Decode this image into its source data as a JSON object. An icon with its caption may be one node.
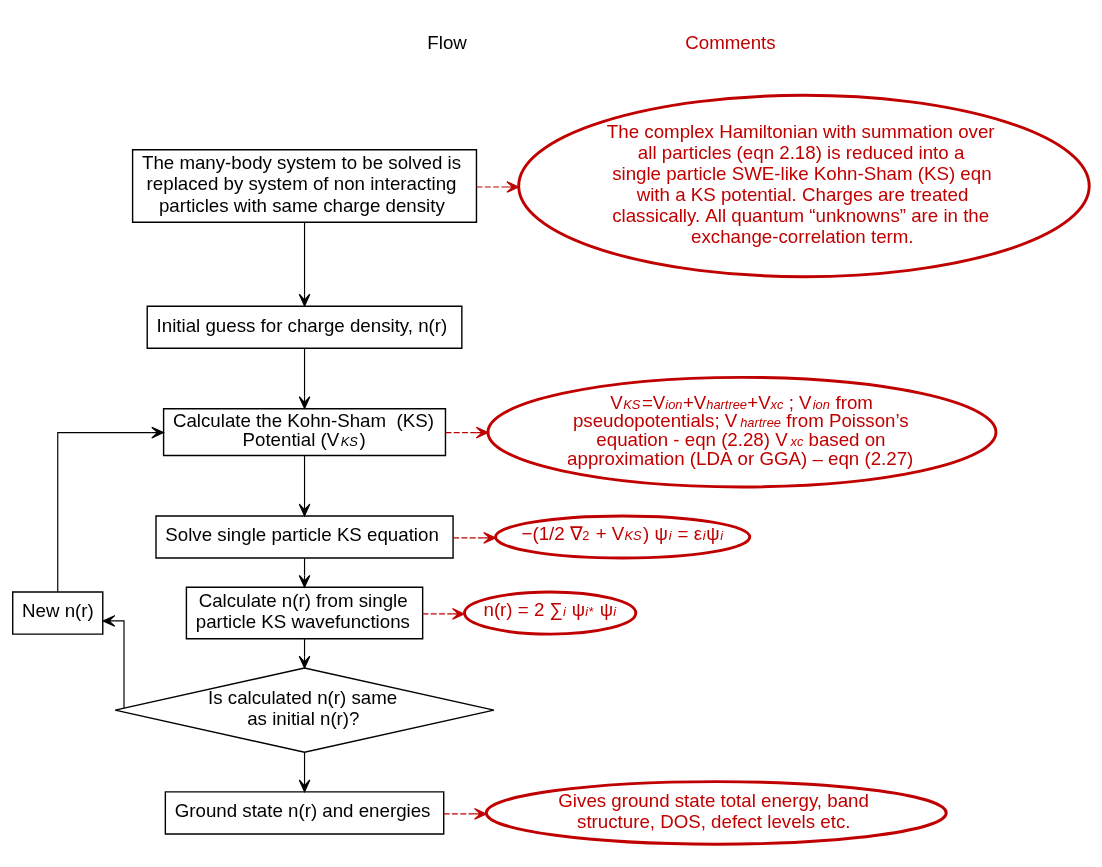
{
  "diagram": {
    "nodes": [
      {
        "text": [
          "The many-body system to be solved is replaced by system of non interacting particles with same charge density"
        ]
      },
      {
        "text": [
          "Initial guess for charge density, n(r)"
        ]
      },
      {
        "text": [
          "Calculate the Kohn-Sham  (KS) Potential (V$_{KS}$)"
        ]
      },
      {
        "text": [
          "Solve single particle KS equation"
        ]
      },
      {
        "text": [
          "Calculate n(r) from single particle KS wavefunctions"
        ]
      },
      {
        "text": [
          "Is calculated n(r) same as initial n(r)?"
        ]
      },
      {
        "text": [
          "New n(r)"
        ]
      },
      {
        "text": [
          "Ground state n(r) and energies"
        ]
      },
      {
        "text": [
          "The complex Hamiltonian with summation over all particles (eqn 2.18) is reduced into a single particle SWE-like Kohn-Sham (KS) eqn with a KS potential. Charges are treated classically. All quantum “unknowns” are in the exchange-correlation term."
        ]
      },
      {
        "text": [
          "V$_{KS}$=V$_{ion}$+V$_{hartree}$+V$_{xc}$ ; V$_{ion}$ from pseudopotentials; V$_{hartree}$ from Poisson’s equation - eqn (2.28) V$_{xc}$ based on approximation (LDA or GGA) – eqn (2.27)"
        ]
      },
      {
        "text": [
          "−(1/2 ∇$^{2}$ + V$_{KS}$) ψ$_{i}$ = ε$_{i}$ψ$_{i}$"
        ]
      },
      {
        "text": [
          "n(r) = 2 ∑$_{i}$ ψ$_{i}$$^{*}$ ψ$_{i}$"
        ]
      },
      {
        "text": [
          "Gives ground state total energy, band structure, DOS, defect levels etc."
        ]
      }
    ],
    "edges": [
      {
        "from": 0,
        "to": 1,
        "arrow": "to"
      },
      {
        "from": 1,
        "to": 2,
        "arrow": "to"
      },
      {
        "from": 2,
        "to": 3,
        "arrow": "to"
      },
      {
        "from": 3,
        "to": 4,
        "arrow": "to"
      },
      {
        "from": 4,
        "to": 5,
        "arrow": "to"
      },
      {
        "from": 5,
        "to": 6,
        "arrow": "to"
      },
      {
        "from": 6,
        "to": 2,
        "arrow": "to"
      },
      {
        "from": 5,
        "to": 7,
        "arrow": "to"
      },
      {
        "from": 0,
        "to": 8,
        "arrow": "to",
        "style": "dashed",
        "color": "#c00000"
      },
      {
        "from": 2,
        "to": 9,
        "arrow": "to",
        "style": "dashed",
        "color": "#c00000"
      },
      {
        "from": 3,
        "to": 10,
        "arrow": "to",
        "style": "dashed",
        "color": "#c00000"
      },
      {
        "from": 4,
        "to": 11,
        "arrow": "to",
        "style": "dashed",
        "color": "#c00000"
      },
      {
        "from": 7,
        "to": 12,
        "arrow": "to",
        "style": "dashed",
        "color": "#c00000"
      }
    ],
    "labels": [
      "Flow",
      "Comments"
    ]
  }
}
